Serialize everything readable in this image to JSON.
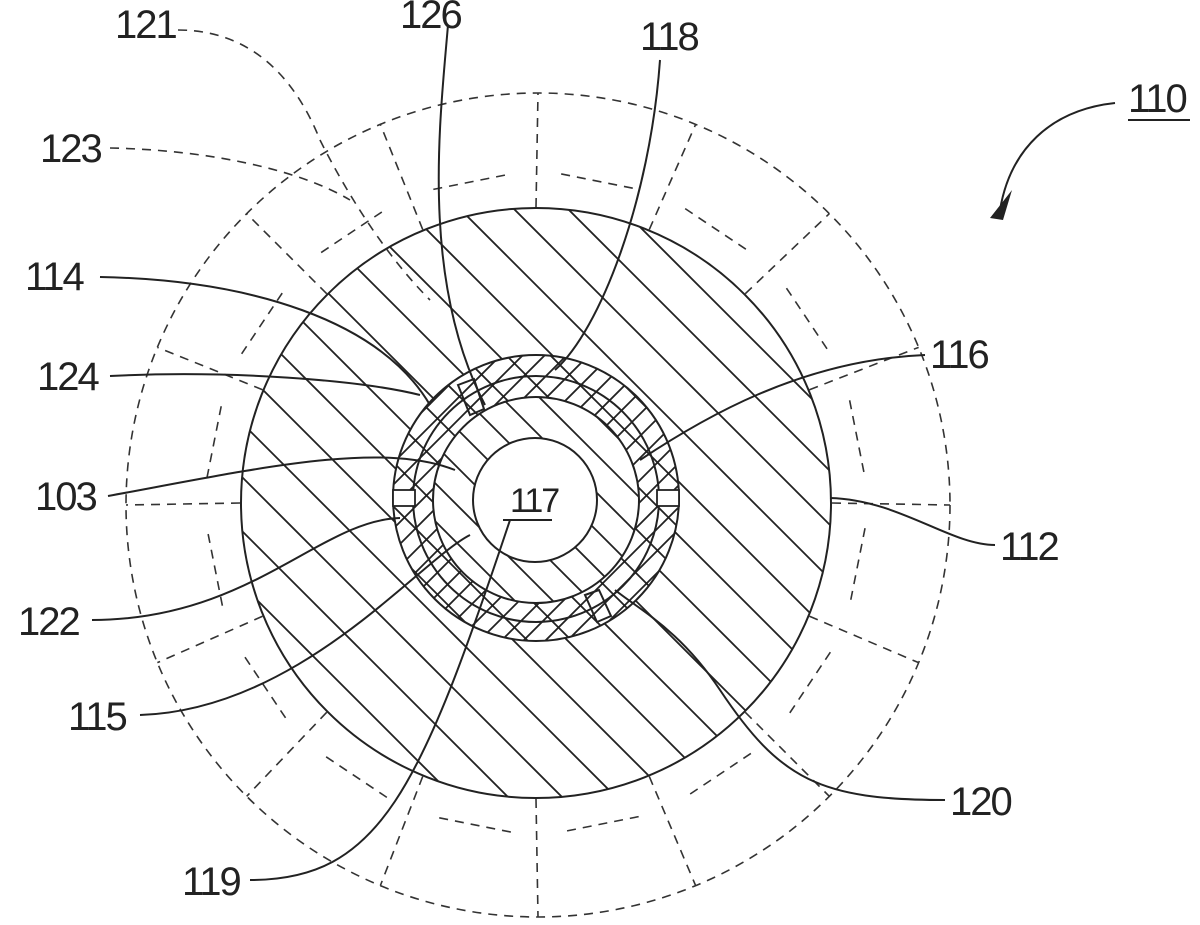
{
  "figure": {
    "assembly_ref": "110",
    "bore_ref": "117",
    "labels": {
      "l121": "121",
      "l126": "126",
      "l118": "118",
      "l123": "123",
      "l114": "114",
      "l116": "116",
      "l124": "124",
      "l103": "103",
      "l112": "112",
      "l122": "122",
      "l115": "115",
      "l120": "120",
      "l119": "119"
    }
  }
}
